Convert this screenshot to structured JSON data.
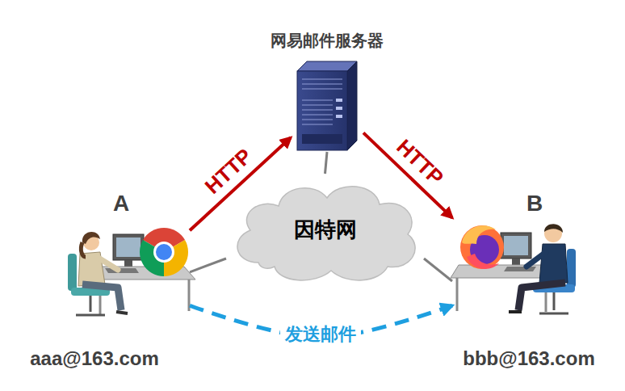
{
  "diagram": {
    "nodes": [
      {
        "text": [
          "网易邮件服务器"
        ]
      },
      {
        "text": [
          "A",
          "aaa@163.com"
        ]
      },
      {
        "text": [
          "因特网"
        ]
      },
      {
        "text": [
          "B",
          "bbb@163.com"
        ]
      }
    ],
    "edges": [
      {
        "from": 1,
        "to": 0,
        "arrow": "to",
        "label": "HTTP"
      },
      {
        "from": 0,
        "to": 3,
        "arrow": "to",
        "label": "HTTP"
      },
      {
        "from": 1,
        "to": 3,
        "arrow": "to",
        "label": "发送邮件"
      },
      {
        "from": 0,
        "to": 2,
        "arrow": "none"
      },
      {
        "from": 1,
        "to": 2,
        "arrow": "none"
      },
      {
        "from": 2,
        "to": 3,
        "arrow": "none"
      }
    ]
  }
}
